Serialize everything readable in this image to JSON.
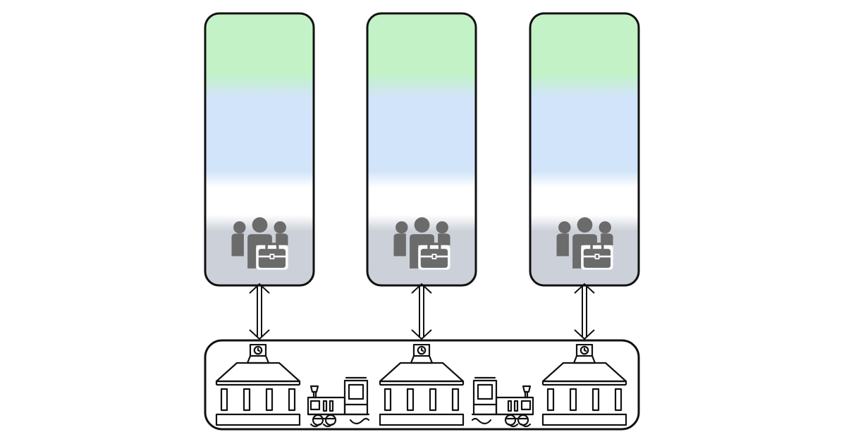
{
  "diagram": {
    "columns": [
      {
        "id": "column-1",
        "icon": "team-briefcase-icon",
        "band_colors": [
          "#c2f2c6",
          "#d2e4fa",
          "#ffffff",
          "#ccd1d9"
        ]
      },
      {
        "id": "column-2",
        "icon": "team-briefcase-icon",
        "band_colors": [
          "#c2f2c6",
          "#d2e4fa",
          "#ffffff",
          "#ccd1d9"
        ]
      },
      {
        "id": "column-3",
        "icon": "team-briefcase-icon",
        "band_colors": [
          "#c2f2c6",
          "#d2e4fa",
          "#ffffff",
          "#ccd1d9"
        ]
      }
    ],
    "connectors": [
      {
        "id": "connector-1",
        "type": "double-headed-arrow"
      },
      {
        "id": "connector-2",
        "type": "double-headed-arrow"
      },
      {
        "id": "connector-3",
        "type": "double-headed-arrow"
      }
    ],
    "base": {
      "icons": [
        "station-icon",
        "train-icon",
        "station-icon",
        "train-icon",
        "station-icon"
      ]
    },
    "colors": {
      "outline": "#111111",
      "icon": "#6b6b6b",
      "background": "#ffffff"
    }
  }
}
